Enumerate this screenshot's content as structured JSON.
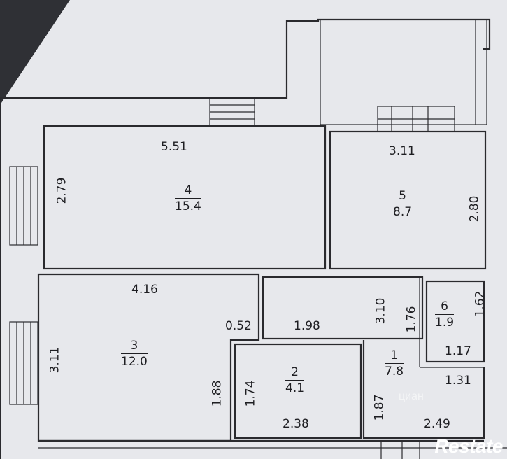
{
  "rooms": [
    {
      "number": "4",
      "area": "15.4"
    },
    {
      "number": "5",
      "area": "8.7"
    },
    {
      "number": "3",
      "area": "12.0"
    },
    {
      "number": "2",
      "area": "4.1"
    },
    {
      "number": "1",
      "area": "7.8"
    },
    {
      "number": "6",
      "area": "1.9"
    }
  ],
  "dimensions": {
    "room4_width": "5.51",
    "room4_height": "2.79",
    "room5_width": "3.11",
    "room5_height": "2.80",
    "room3_width": "4.16",
    "room3_height": "3.11",
    "room3_step": "0.52",
    "room3_inner": "1.88",
    "hall_width": "1.98",
    "hall_depth": "3.10",
    "hall_side": "1.76",
    "room6_height": "1.62",
    "room6_width": "1.17",
    "room1_width": "1.31",
    "room2_height": "1.74",
    "room2_width": "2.38",
    "room1_height": "1.87",
    "room1_bottom": "2.49"
  },
  "watermark": {
    "brand": "Restate",
    "cian": "циан"
  }
}
